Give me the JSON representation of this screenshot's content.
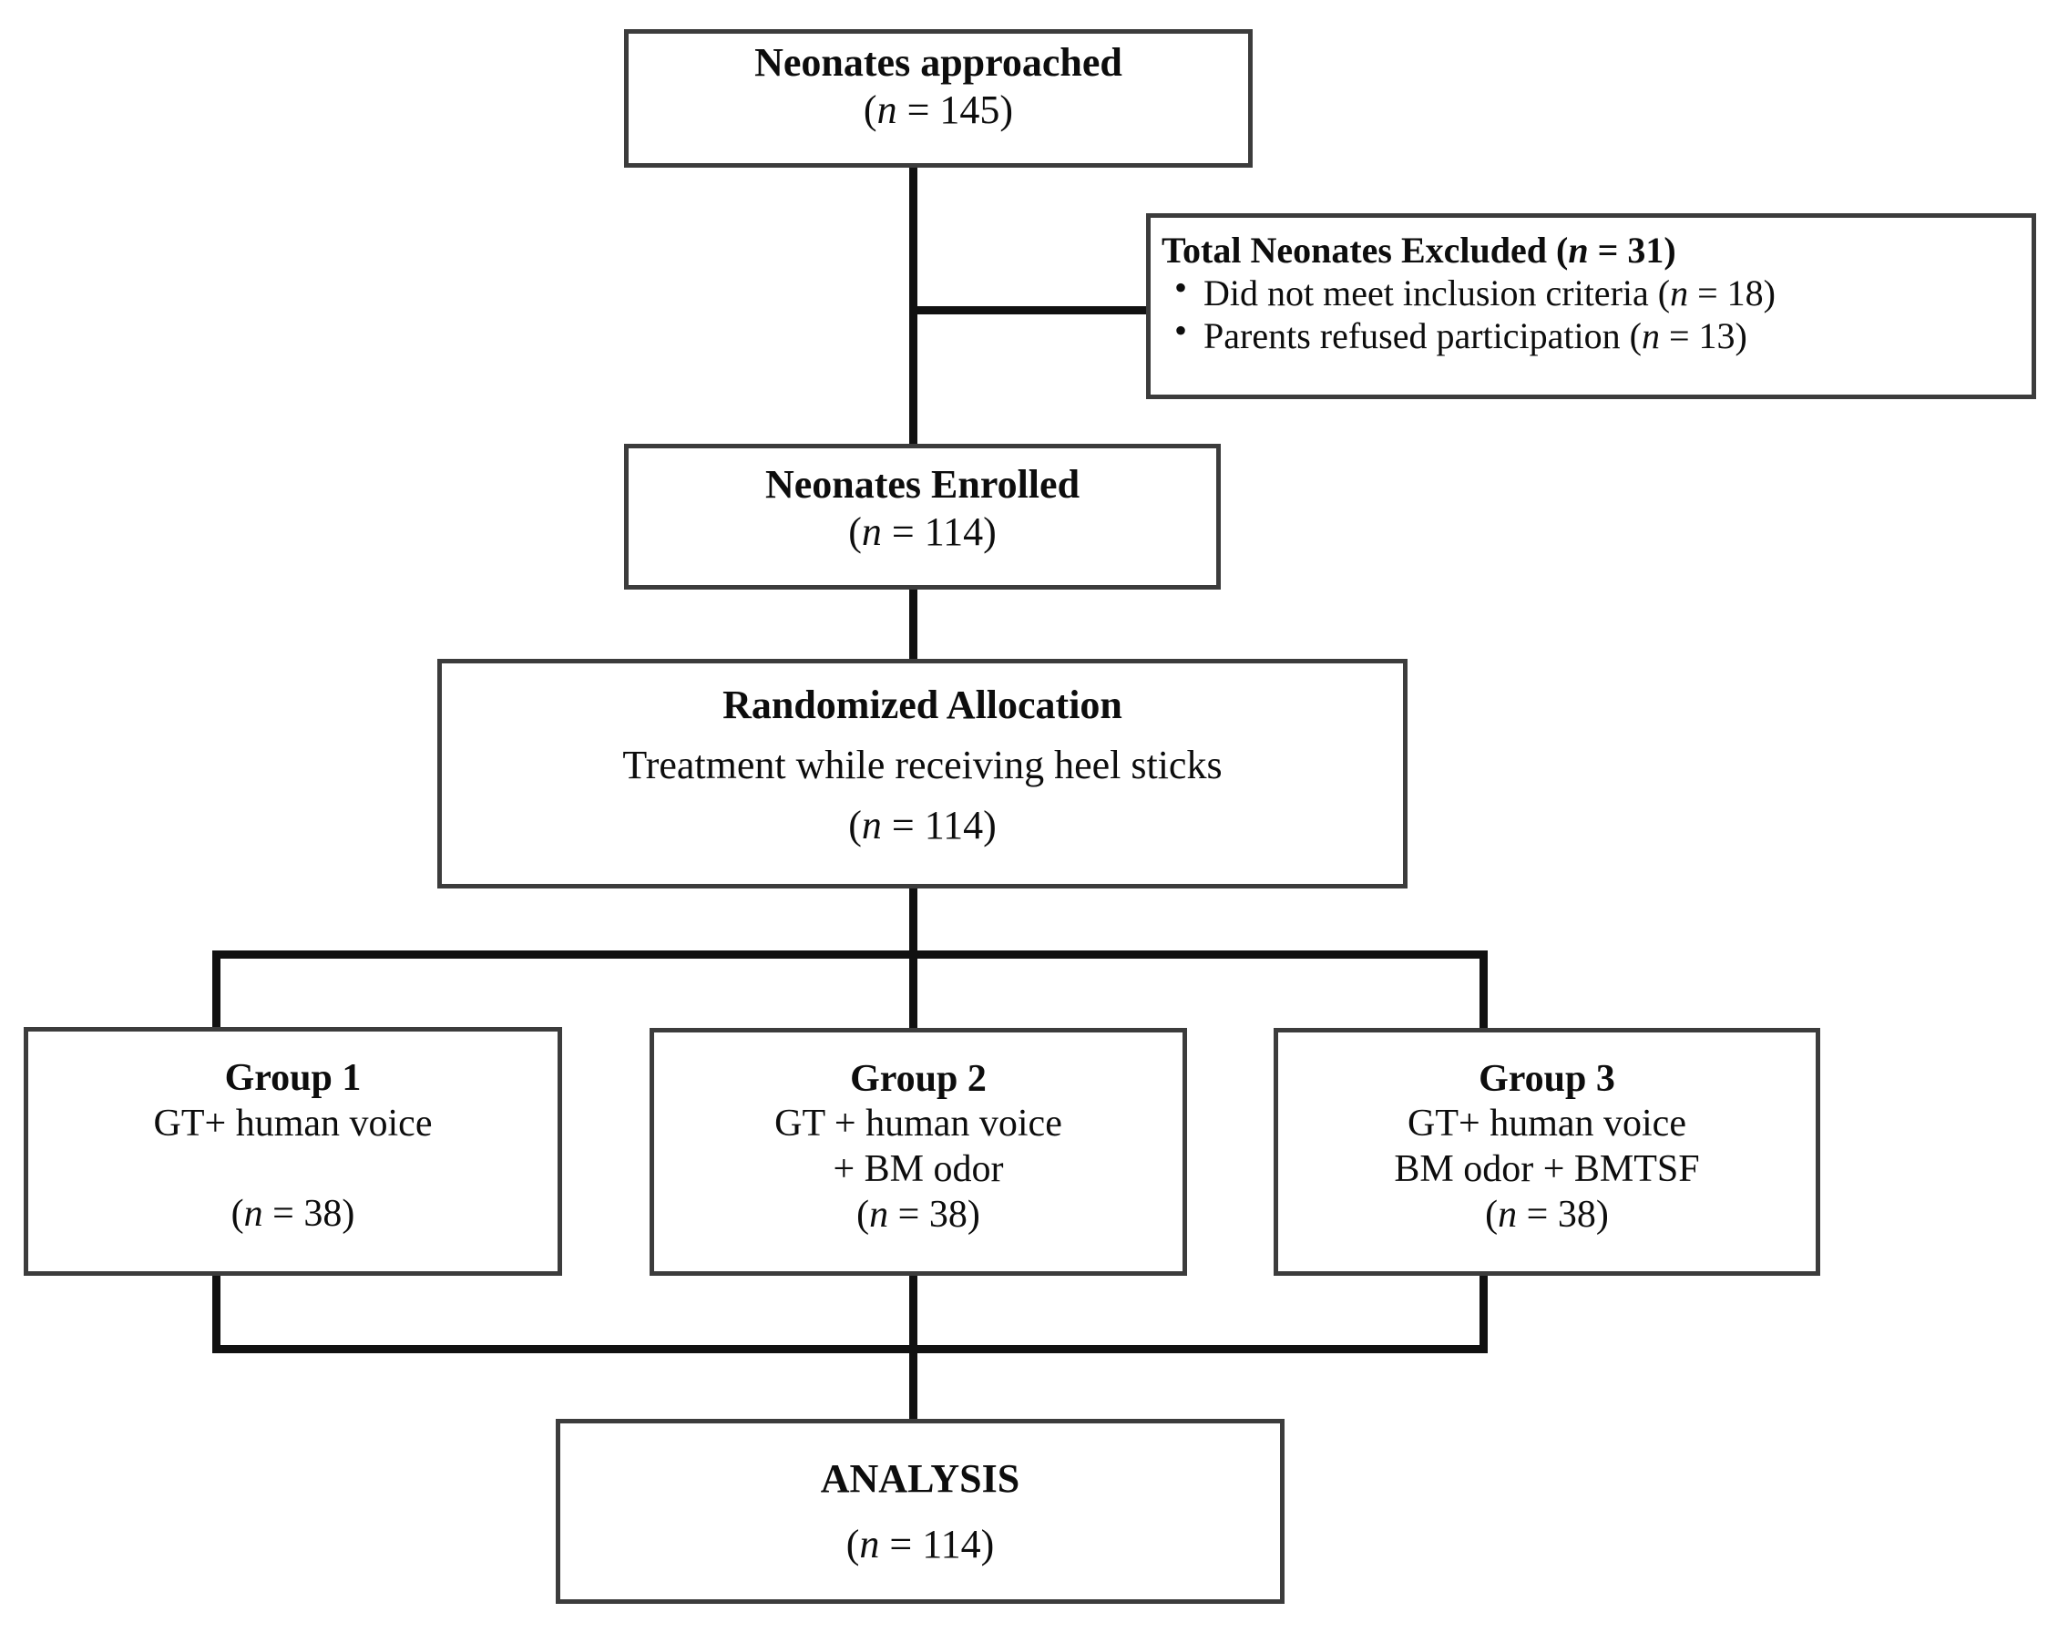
{
  "diagram": {
    "type": "CONSORT participant flow diagram",
    "nodes": {
      "approached": {
        "title": "Neonates approached",
        "n_label": "(n = 145)",
        "n_prefix": "(",
        "n_var": "n",
        "n_eq": " = ",
        "n_value": "145",
        "n_suffix": ")"
      },
      "excluded": {
        "title_prefix": "Total Neonates Excluded (",
        "title_var": "n",
        "title_eq": " = ",
        "title_value": "31",
        "title_suffix": ")",
        "title_full": "Total Neonates Excluded (n = 31)",
        "items": [
          {
            "text_prefix": "Did not meet inclusion criteria (",
            "var": "n",
            "eq": " = ",
            "value": "18",
            "suffix": ")",
            "full": "Did not meet inclusion criteria (n = 18)"
          },
          {
            "text_prefix": "Parents refused participation (",
            "var": "n",
            "eq": " = ",
            "value": "13",
            "suffix": ")",
            "full": "Parents refused participation (n = 13)"
          }
        ]
      },
      "enrolled": {
        "title": "Neonates Enrolled",
        "n_prefix": "(",
        "n_var": "n",
        "n_eq": " = ",
        "n_value": "114",
        "n_suffix": ")"
      },
      "randomized": {
        "title": "Randomized Allocation",
        "subtitle": "Treatment while receiving heel sticks",
        "n_prefix": "(",
        "n_var": "n",
        "n_eq": " = ",
        "n_value": "114",
        "n_suffix": ")"
      },
      "group1": {
        "title": "Group 1",
        "line1": "GT+ human voice",
        "line2": "",
        "n_prefix": "(",
        "n_var": "n",
        "n_eq": " = ",
        "n_value": "38",
        "n_suffix": ")"
      },
      "group2": {
        "title": "Group 2",
        "line1": "GT + human voice",
        "line2": "+ BM odor",
        "n_prefix": "(",
        "n_var": "n",
        "n_eq": " = ",
        "n_value": "38",
        "n_suffix": ")"
      },
      "group3": {
        "title": "Group 3",
        "line1": "GT+ human voice",
        "line2": "BM odor + BMTSF",
        "n_prefix": "(",
        "n_var": "n",
        "n_eq": " = ",
        "n_value": "38",
        "n_suffix": ")"
      },
      "analysis": {
        "title": "ANALYSIS",
        "n_prefix": "(",
        "n_var": "n",
        "n_eq": " = ",
        "n_value": "114",
        "n_suffix": ")"
      }
    },
    "colors": {
      "border": "#3c3c3c",
      "connector": "#111111",
      "text": "#0d0d0d",
      "background": "#ffffff"
    }
  }
}
